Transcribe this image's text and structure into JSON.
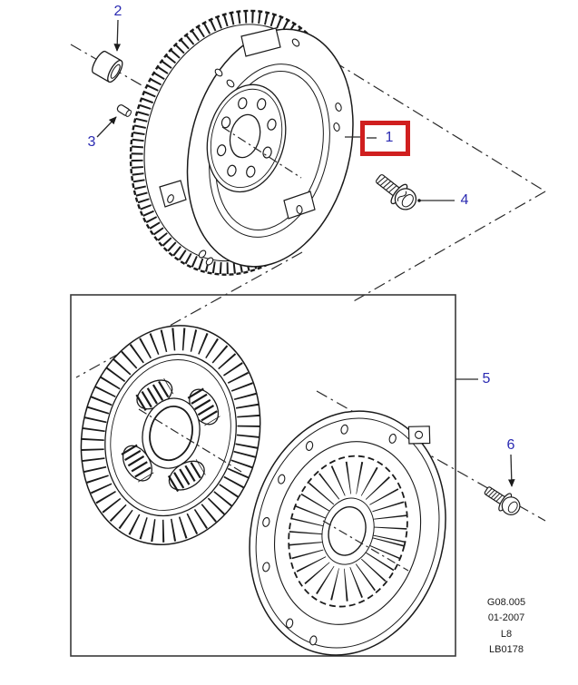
{
  "diagram": {
    "title_hidden": "",
    "callouts": [
      {
        "label": "1"
      },
      {
        "label": "2"
      },
      {
        "label": "3"
      },
      {
        "label": "4"
      },
      {
        "label": "5"
      },
      {
        "label": "6"
      }
    ],
    "footer": {
      "lines": [
        "G08.005",
        "01-2007",
        "L8",
        "LB0178"
      ]
    },
    "colors": {
      "line": "#1a1a1a",
      "callout_blue": "#2b2bb2",
      "highlight_red": "#d01f1f",
      "frame": "#3a3a3a"
    }
  }
}
